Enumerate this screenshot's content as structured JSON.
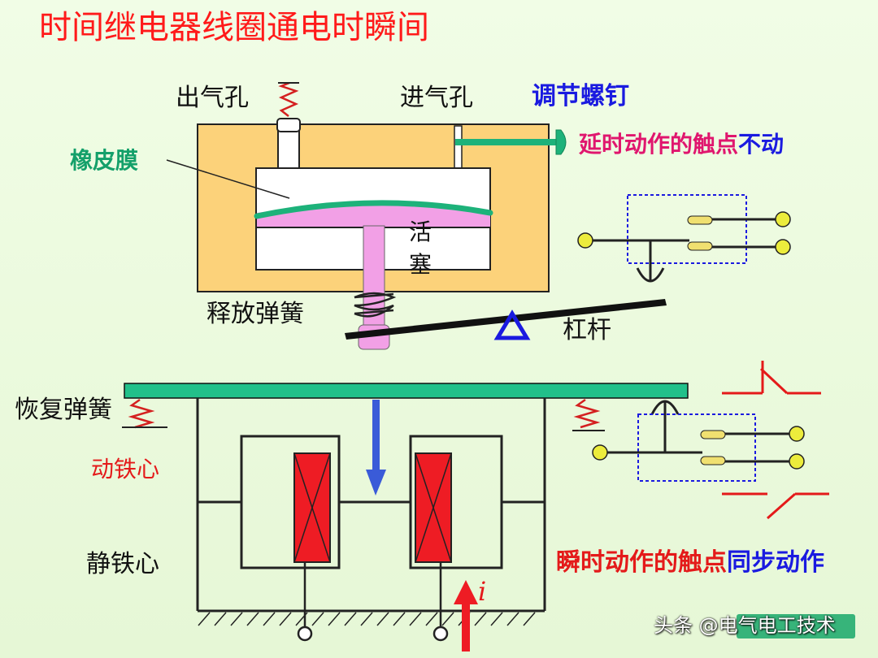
{
  "title": "时间继电器线圈通电时瞬间",
  "labels": {
    "outlet": "出气孔",
    "inlet": "进气孔",
    "adjust_screw": "调节螺钉",
    "delay_contact": "延时动作的触点",
    "not_move": "不动",
    "diaphragm": "橡皮膜",
    "piston_1": "活",
    "piston_2": "塞",
    "release_spring": "释放弹簧",
    "lever": "杠杆",
    "return_spring": "恢复弹簧",
    "moving_core": "动铁心",
    "static_core": "静铁心",
    "instant_contact": "瞬时动作的触点",
    "sync_move": "同步动作",
    "current": "i"
  },
  "watermark": "头条 @电气电工技术",
  "colors": {
    "housing": "#fcd27a",
    "diaphragm": "#1db27a",
    "piston": "#f2a0e6",
    "coil": "#ee1c24",
    "armature_bar": "#22c08a",
    "contact_blue": "#1a1ae0",
    "arrow_blue": "#3a5bd8",
    "symbol_red": "#e41a1a"
  }
}
